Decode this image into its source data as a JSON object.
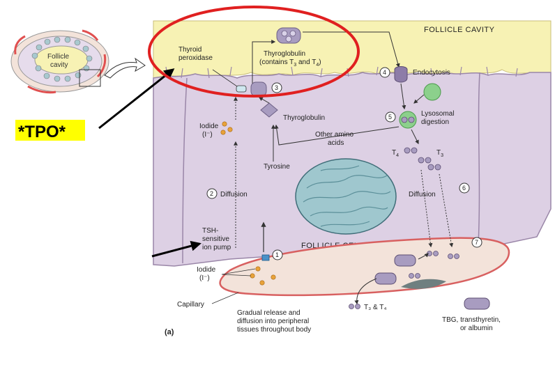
{
  "colors": {
    "lumen": "#f7f2b4",
    "cell": "#ddd0e4",
    "cell_border": "#9a86a8",
    "nucleus": "#9fc7ce",
    "capillary": "#f3e3da",
    "capillary_border": "#d86060",
    "highlight_circle": "#e02020",
    "iodide": "#e8a23a",
    "protein": "#a89cc0",
    "lysosome": "#8cd08c",
    "tpo_highlight": "#ffff00"
  },
  "annotation": {
    "tpo_label": "*TPO*"
  },
  "inset": {
    "label_line1": "Follicle",
    "label_line2": "cavity"
  },
  "diagram": {
    "follicle_cavity": "FOLLICLE CAVITY",
    "follicle_cell": "FOLLICLE CELL",
    "thyroid_peroxidase_1": "Thyroid",
    "thyroid_peroxidase_2": "peroxidase",
    "thyroglobulin_top_1": "Thyroglobulin",
    "thyroglobulin_top_2": "(contains T",
    "thyroglobulin_top_3": " and T",
    "thyroglobulin_top_4": ")",
    "sub3": "3",
    "sub4": "4",
    "endocytosis": "Endocytosis",
    "thyroglobulin_mid": "Thyroglobulin",
    "lysosomal_1": "Lysosomal",
    "lysosomal_2": "digestion",
    "iodide_cell_1": "Iodide",
    "iodide_cell_2": "(I⁻)",
    "other_amino_1": "Other amino",
    "other_amino_2": "acids",
    "tyrosine": "Tyrosine",
    "t4": "T",
    "t3": "T",
    "diffusion_left": "Diffusion",
    "diffusion_right": "Diffusion",
    "tsh_1": "TSH-",
    "tsh_2": "sensitive",
    "tsh_3": "ion pump",
    "iodide_cap_1": "Iodide",
    "iodide_cap_2": "(I⁻)",
    "capillary": "Capillary",
    "gradual_1": "Gradual release and",
    "gradual_2": "diffusion into peripheral",
    "gradual_3": "tissues throughout body",
    "t3t4": "T₃ & T₄",
    "tbg_1": "TBG, transthyretin,",
    "tbg_2": "or albumin",
    "panel_label": "(a)",
    "step1": "1",
    "step2": "2",
    "step3": "3",
    "step4": "4",
    "step5": "5",
    "step6": "6",
    "step7": "7"
  }
}
